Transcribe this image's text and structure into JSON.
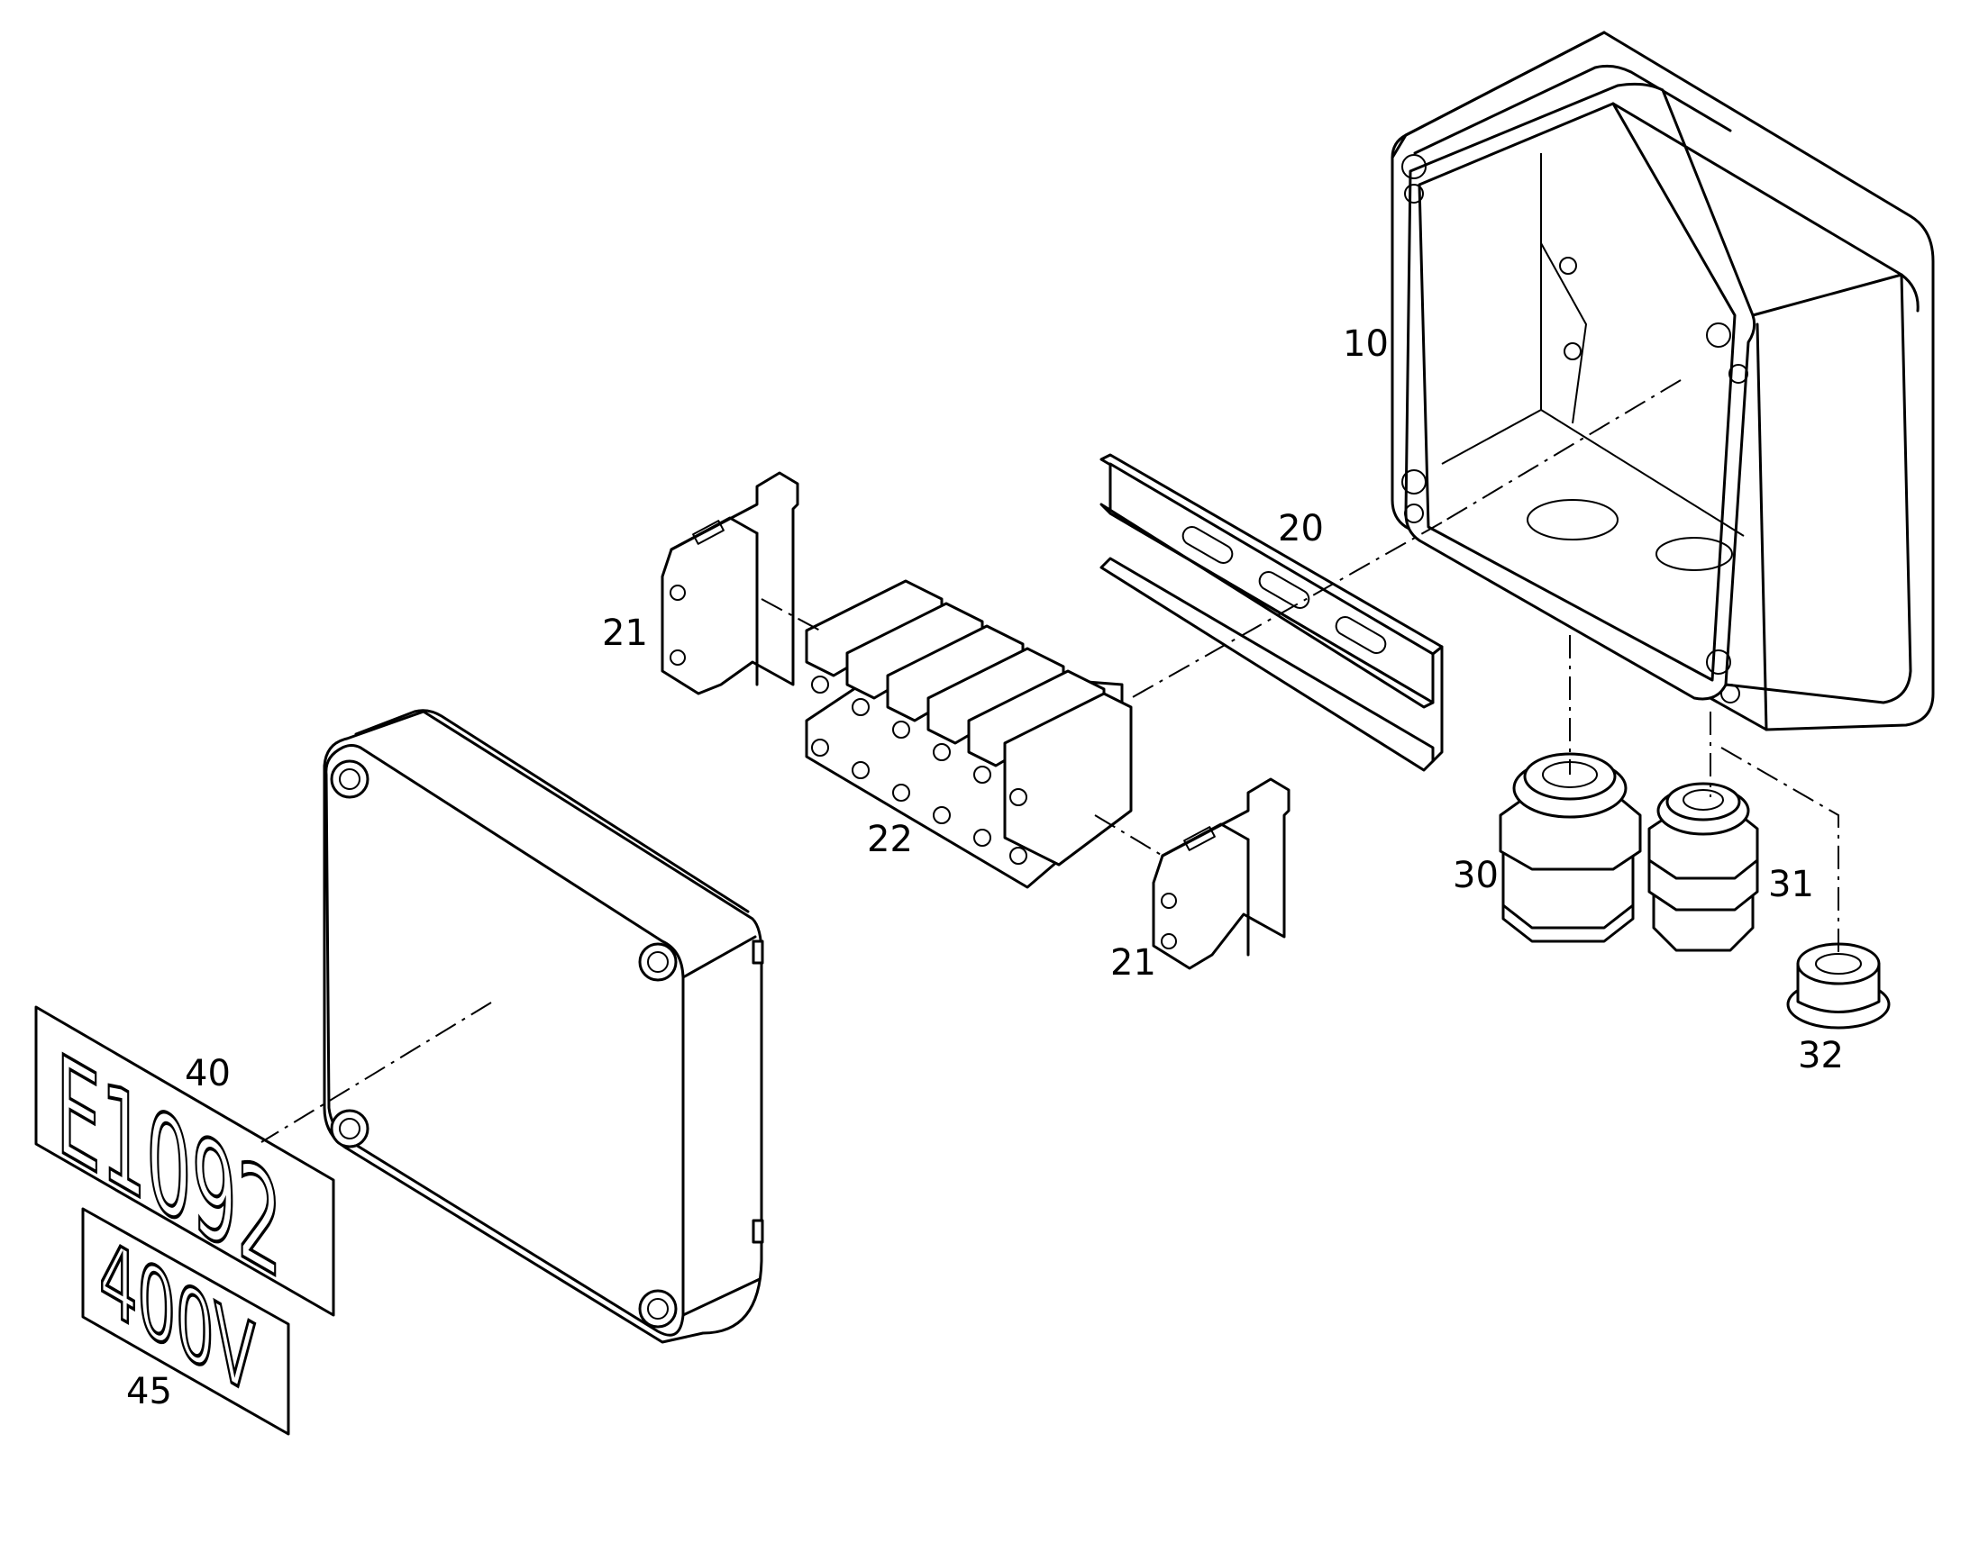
{
  "callouts": {
    "box": "10",
    "rail": "20",
    "end_clamp_top": "21",
    "end_clamp_bottom": "21",
    "terminals": "22",
    "gland_large": "30",
    "gland_small": "31",
    "plug": "32",
    "label_plate": "40",
    "voltage_plate": "45"
  },
  "plates": {
    "label_text": "E1092",
    "voltage_text": "400V"
  }
}
